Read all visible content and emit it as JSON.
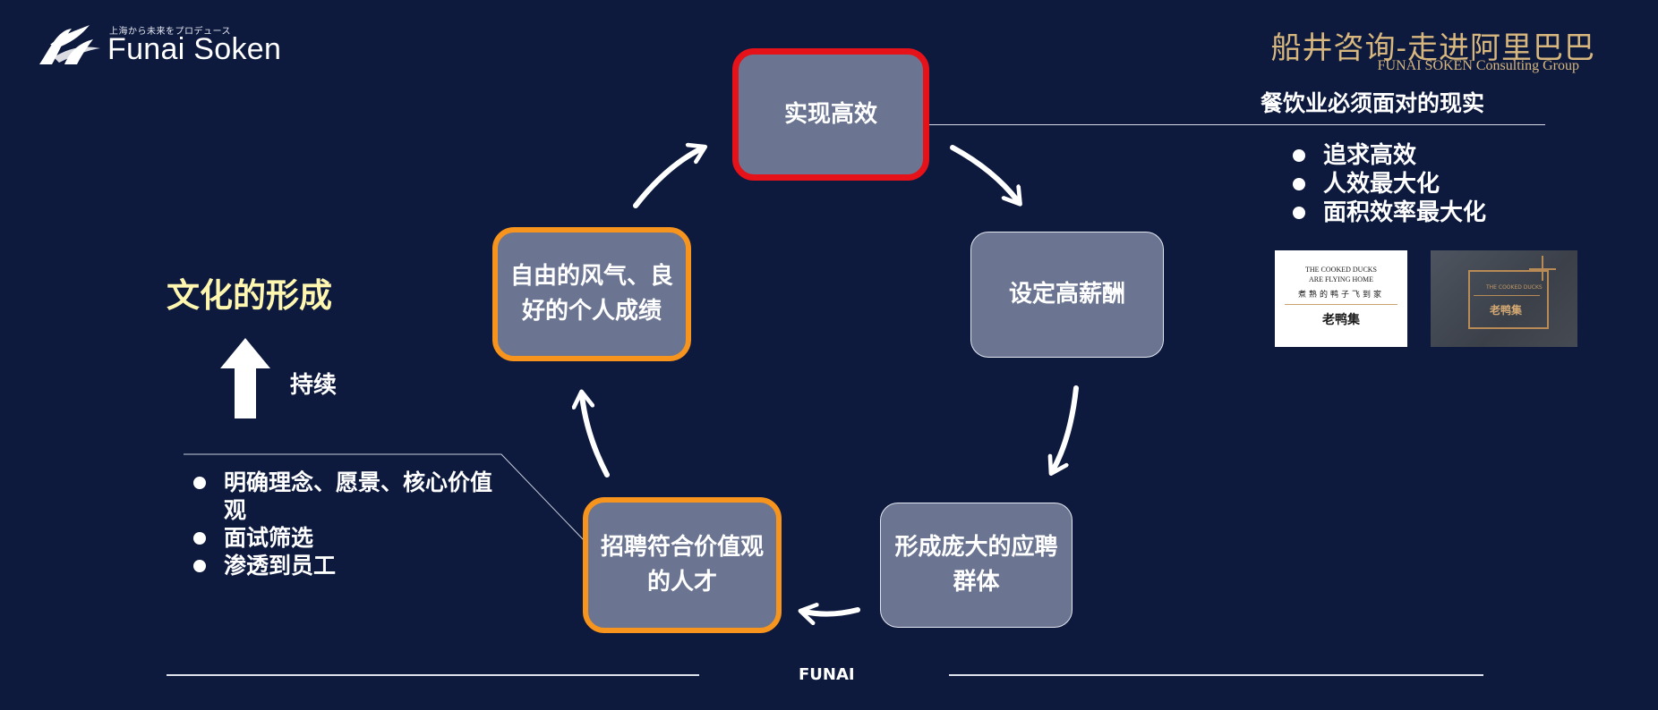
{
  "logo": {
    "subtitle": "上海から未来をプロデュース",
    "name": "Funai Soken"
  },
  "brand": {
    "title_cn": "船井咨询-走进阿里巴巴",
    "title_en": "FUNAI SOKEN Consulting Group"
  },
  "reality": {
    "title": "餐饮业必须面对的现实",
    "items": [
      "追求高效",
      "人效最大化",
      "面积效率最大化"
    ]
  },
  "images": {
    "white": {
      "en_line1": "THE COOKED DUCKS",
      "en_line2": "ARE FLYING HOME",
      "cn": "煮熟的鸭子飞到家",
      "signature": "老鸭集"
    },
    "dark": {
      "en": "THE COOKED DUCKS",
      "signature": "老鸭集"
    }
  },
  "left": {
    "culture_title": "文化的形成",
    "continue_label": "持续",
    "items": [
      "明确理念、愿景、核心价值观",
      "面试筛选",
      "渗透到员工"
    ]
  },
  "cycle": {
    "efficiency": "实现高效",
    "salary": "设定高薪酬",
    "applicants": "形成庞大的应聘群体",
    "recruit": "招聘符合价值观的人才",
    "freedom": "自由的风气、良好的个人成绩"
  },
  "colors": {
    "background": "#0d1a3e",
    "box_fill": "#6b7591",
    "highlight_red": "#e5121a",
    "highlight_orange": "#f7941d",
    "culture_title": "#fff7b0",
    "brand_gold": "#d8b77e"
  },
  "footer": {
    "text": "FUNAI"
  }
}
